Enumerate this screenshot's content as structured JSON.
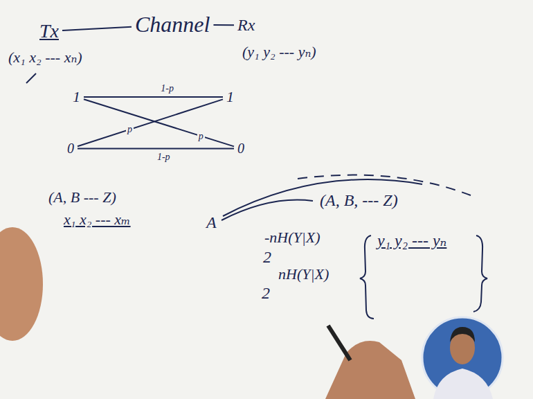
{
  "diagram": {
    "nodes": [
      {
        "text": [
          "Tx"
        ]
      },
      {
        "text": [
          "Channel"
        ]
      },
      {
        "text": [
          "Rx"
        ]
      },
      {
        "text": [
          "1"
        ]
      },
      {
        "text": [
          "1"
        ]
      },
      {
        "text": [
          "0"
        ]
      },
      {
        "text": [
          "0"
        ]
      }
    ],
    "edges": [
      {
        "from": 0,
        "to": 1,
        "arrow": "none"
      },
      {
        "from": 1,
        "to": 2,
        "arrow": "none"
      },
      {
        "from": 3,
        "to": 4,
        "label": "1-p",
        "arrow": "none"
      },
      {
        "from": 3,
        "to": 6,
        "label": "p",
        "arrow": "none"
      },
      {
        "from": 5,
        "to": 4,
        "label": "p",
        "arrow": "none"
      },
      {
        "from": 5,
        "to": 6,
        "label": "1-p",
        "arrow": "none"
      }
    ],
    "labels": [
      "(x₁ x₂ --- xₙ)",
      "(y₁ y₂ --- yₙ)",
      "(A, B --- Z)",
      "A",
      "(A, B, --- Z)",
      "x₁ x₂ --- xₘ",
      "-nH(Y|X)",
      "y₁ y₂ --- yₙ",
      "2",
      "nH(Y|X)",
      "2"
    ]
  }
}
